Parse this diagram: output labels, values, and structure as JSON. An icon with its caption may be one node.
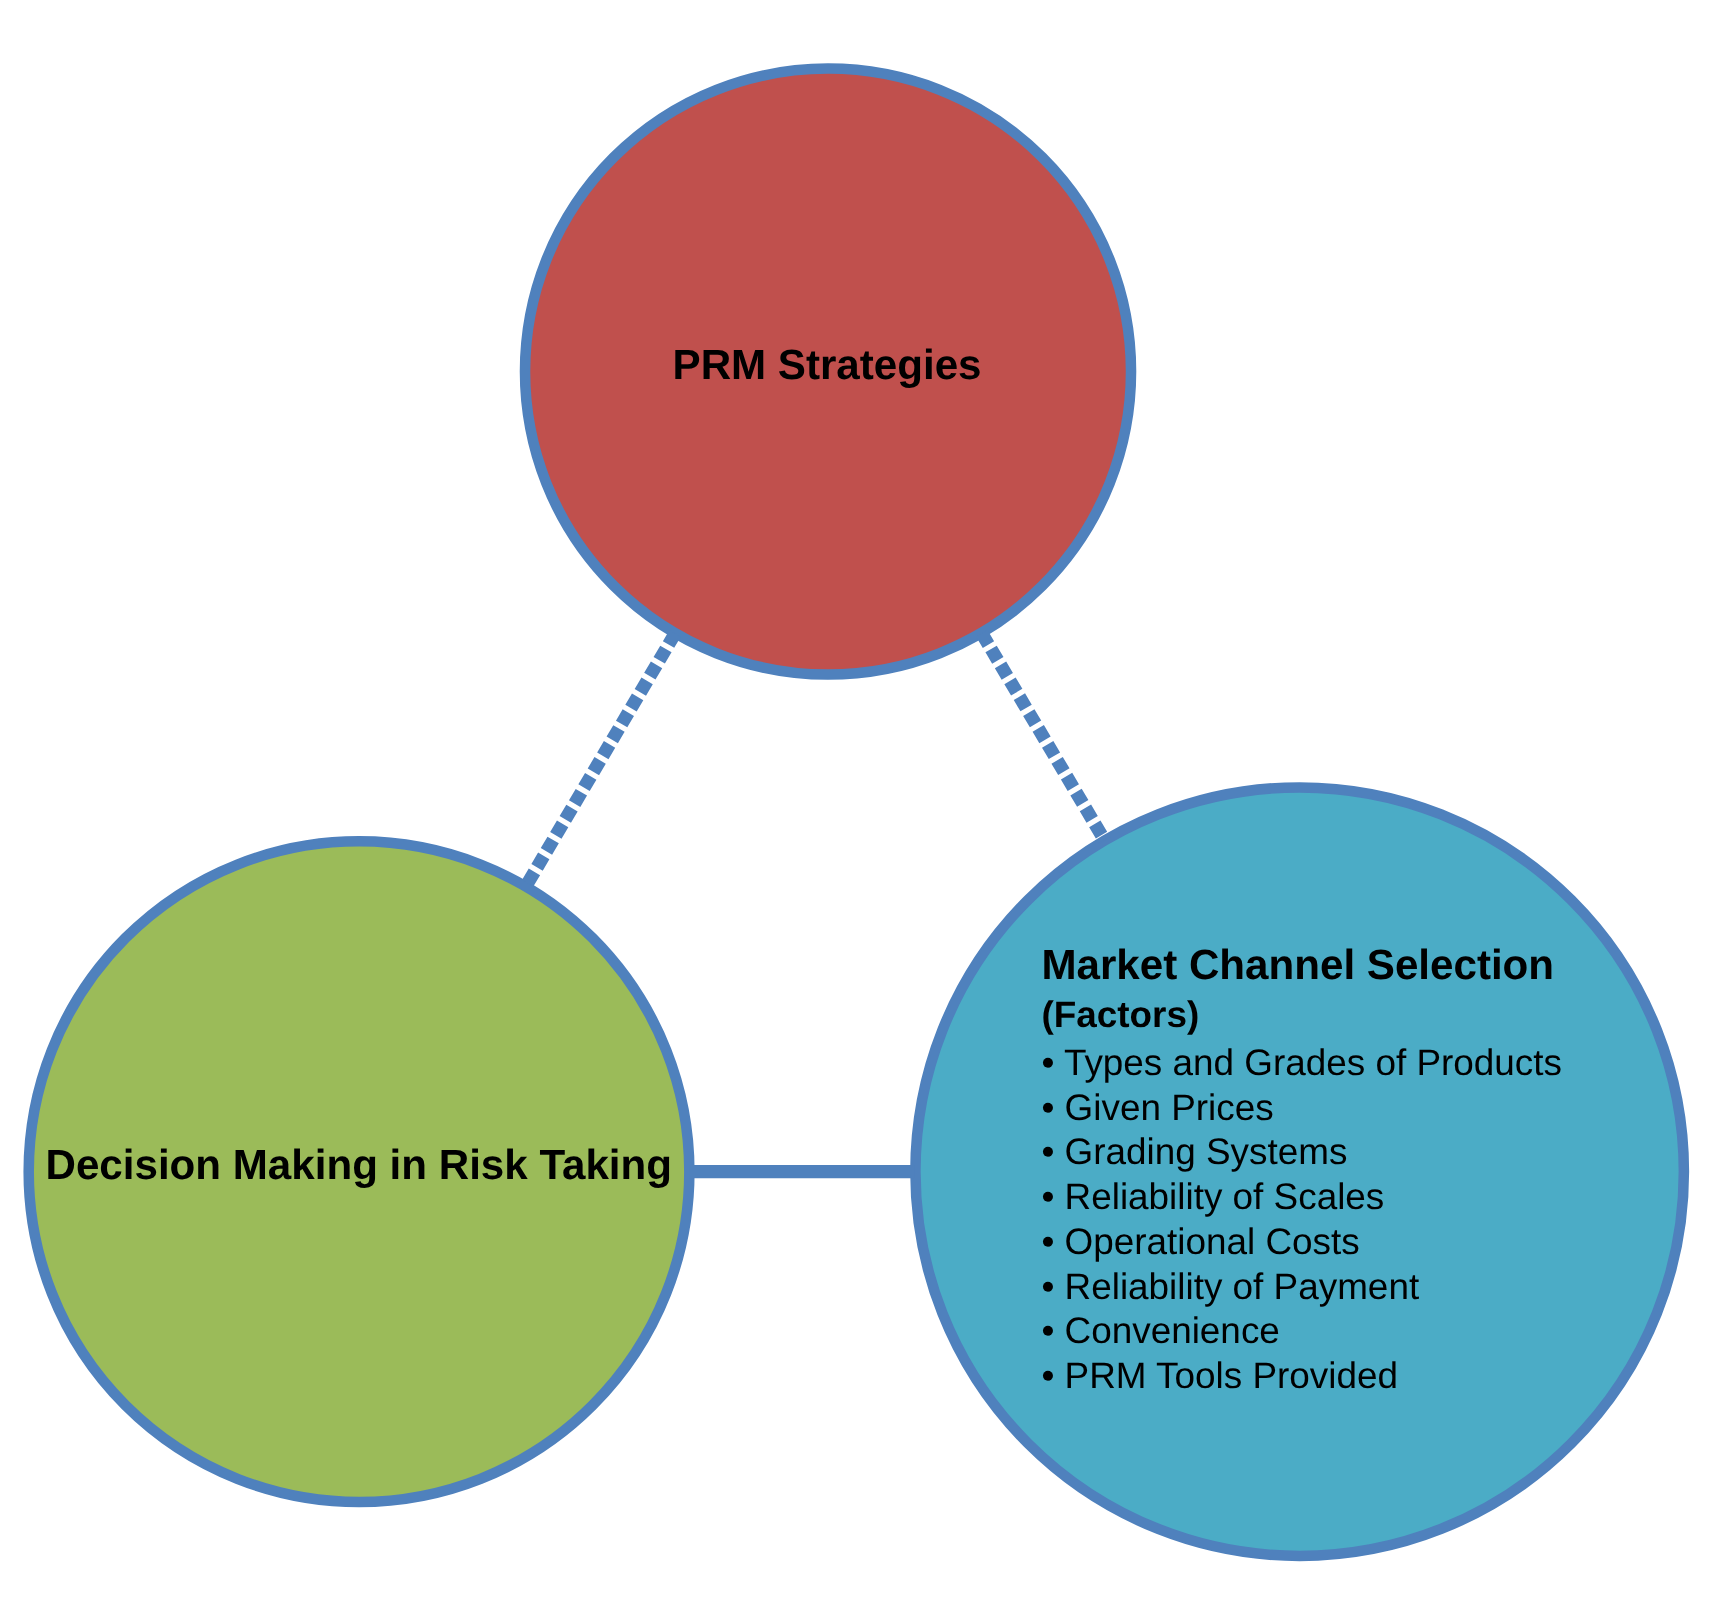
{
  "diagram": {
    "nodes": [
      {
        "text": [
          "PRM Strategies"
        ]
      },
      {
        "text": [
          "Decision Making in Risk Taking"
        ]
      },
      {
        "text": [
          "Market Channel Selection",
          "(Factors)",
          "• Types and Grades of Products",
          "• Given Prices",
          "• Grading Systems",
          "• Reliability of Scales",
          "• Operational Costs",
          "• Reliability of Payment",
          "• Convenience",
          "• PRM Tools Provided"
        ]
      }
    ],
    "edges": [
      {
        "from": 0,
        "to": 1,
        "arrow": "none",
        "style": "dashed"
      },
      {
        "from": 0,
        "to": 2,
        "arrow": "none",
        "style": "dashed"
      },
      {
        "from": 1,
        "to": 2,
        "arrow": "none"
      }
    ]
  }
}
